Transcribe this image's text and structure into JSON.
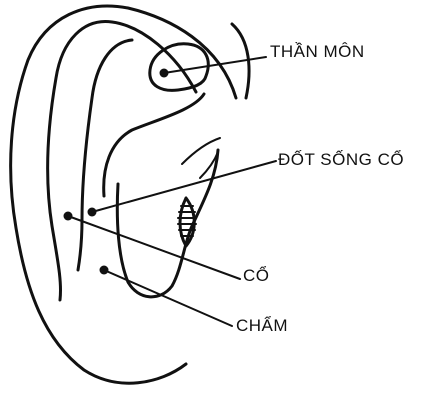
{
  "labels": {
    "than_mon": "THẦN MÔN",
    "dot_song_co": "ĐỐT SỐNG CỔ",
    "co": "CỔ",
    "cham": "CHẨM"
  },
  "colors": {
    "ink": "#111111",
    "background": "#ffffff"
  }
}
